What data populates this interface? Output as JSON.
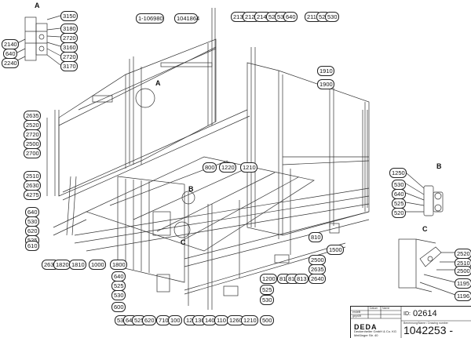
{
  "views": {
    "a": "A",
    "b": "B",
    "c": "C"
  },
  "callouts": [
    {
      "id": "c3150",
      "text": "3150"
    },
    {
      "id": "c3180",
      "text": "3180"
    },
    {
      "id": "c2720a",
      "text": "2720"
    },
    {
      "id": "c3160",
      "text": "3160"
    },
    {
      "id": "c2720b",
      "text": "2720"
    },
    {
      "id": "c3170",
      "text": "3170"
    },
    {
      "id": "c2140a",
      "text": "2140"
    },
    {
      "id": "c640a",
      "text": "640"
    },
    {
      "id": "c2240",
      "text": "2240"
    },
    {
      "id": "c1106980",
      "text": "1-106980"
    },
    {
      "id": "c1041864",
      "text": "1041864"
    },
    {
      "id": "c2130",
      "text": "2130"
    },
    {
      "id": "c2120",
      "text": "2120"
    },
    {
      "id": "c2140b",
      "text": "2140"
    },
    {
      "id": "c525a",
      "text": "525"
    },
    {
      "id": "c530a",
      "text": "530"
    },
    {
      "id": "c640b",
      "text": "640"
    },
    {
      "id": "c2110",
      "text": "2110"
    },
    {
      "id": "c525b",
      "text": "525"
    },
    {
      "id": "c530b",
      "text": "530"
    },
    {
      "id": "c1910",
      "text": "1910"
    },
    {
      "id": "c1900",
      "text": "1900"
    },
    {
      "id": "c2635a",
      "text": "2635"
    },
    {
      "id": "c2520a",
      "text": "2520"
    },
    {
      "id": "c2720c",
      "text": "2720"
    },
    {
      "id": "c2500a",
      "text": "2500"
    },
    {
      "id": "c2700",
      "text": "2700"
    },
    {
      "id": "c2510a",
      "text": "2510"
    },
    {
      "id": "c2630",
      "text": "2630"
    },
    {
      "id": "c4275",
      "text": "4275"
    },
    {
      "id": "c640c",
      "text": "640"
    },
    {
      "id": "c530c",
      "text": "530"
    },
    {
      "id": "c620a",
      "text": "620"
    },
    {
      "id": "c525c",
      "text": "525"
    },
    {
      "id": "c610",
      "text": "610"
    },
    {
      "id": "c800",
      "text": "800"
    },
    {
      "id": "c1220",
      "text": "1220"
    },
    {
      "id": "c1210a",
      "text": "1210"
    },
    {
      "id": "c1250",
      "text": "1250"
    },
    {
      "id": "c530d",
      "text": "530"
    },
    {
      "id": "c640d",
      "text": "640"
    },
    {
      "id": "c525d",
      "text": "525"
    },
    {
      "id": "c520",
      "text": "520"
    },
    {
      "id": "c2520b",
      "text": "2520"
    },
    {
      "id": "c2510b",
      "text": "2510"
    },
    {
      "id": "c2500b",
      "text": "2500"
    },
    {
      "id": "c1195",
      "text": "1195"
    },
    {
      "id": "c1196",
      "text": "1196"
    },
    {
      "id": "c2635b",
      "text": "2635"
    },
    {
      "id": "c1820",
      "text": "1820"
    },
    {
      "id": "c1810",
      "text": "1810"
    },
    {
      "id": "c1000",
      "text": "1000"
    },
    {
      "id": "c1800",
      "text": "1800"
    },
    {
      "id": "c640e",
      "text": "640"
    },
    {
      "id": "c525e",
      "text": "525"
    },
    {
      "id": "c530e",
      "text": "530"
    },
    {
      "id": "c600",
      "text": "600"
    },
    {
      "id": "c1500",
      "text": "1500"
    },
    {
      "id": "c810",
      "text": "810"
    },
    {
      "id": "c2500c",
      "text": "2500"
    },
    {
      "id": "c2635c",
      "text": "2635"
    },
    {
      "id": "c2640",
      "text": "2640"
    },
    {
      "id": "c1200",
      "text": "1200"
    },
    {
      "id": "c811",
      "text": "811"
    },
    {
      "id": "c812",
      "text": "812"
    },
    {
      "id": "c813",
      "text": "813"
    },
    {
      "id": "c525f",
      "text": "525"
    },
    {
      "id": "c530f",
      "text": "530"
    },
    {
      "id": "c500",
      "text": "500"
    },
    {
      "id": "c530g",
      "text": "530"
    },
    {
      "id": "c640f",
      "text": "640"
    },
    {
      "id": "c525g",
      "text": "525"
    },
    {
      "id": "c620b",
      "text": "620"
    },
    {
      "id": "c710",
      "text": "710"
    },
    {
      "id": "c100",
      "text": "100"
    },
    {
      "id": "c120",
      "text": "120"
    },
    {
      "id": "c130",
      "text": "130"
    },
    {
      "id": "c140",
      "text": "140"
    },
    {
      "id": "c110",
      "text": "110"
    },
    {
      "id": "c1260",
      "text": "1260"
    },
    {
      "id": "c1210b",
      "text": "1210"
    }
  ],
  "title_block": {
    "logo": "DEDA",
    "company": "Deckenheller GmbH & Co. KG Meißinger Str. 40",
    "id_label": "ID:",
    "id_value": "02614",
    "drawing_number": "1042253 -",
    "datum_label": "Datum",
    "name_label": "Name",
    "erstellt_label": "erstellt",
    "geprueft_label": "geprüft",
    "benennung_label": "Benennung/Name / Drawing number"
  }
}
